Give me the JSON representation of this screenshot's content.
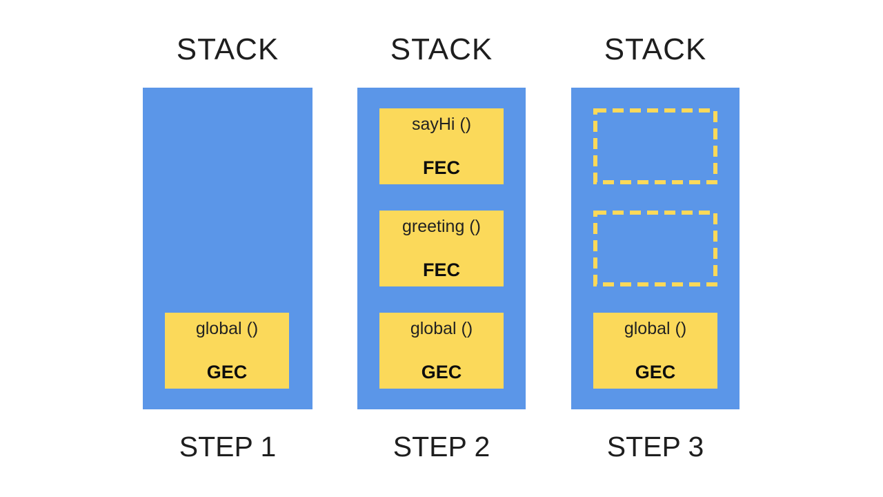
{
  "colors": {
    "background": "#ffffff",
    "panel_blue": "#5b96e8",
    "frame_yellow": "#fbd95a",
    "text_dark": "#1e1e1e"
  },
  "columns": [
    {
      "stack_label": "STACK",
      "step_label": "STEP 1",
      "frames": [
        {
          "type": "filled",
          "name": "global ()",
          "label": "GEC"
        }
      ]
    },
    {
      "stack_label": "STACK",
      "step_label": "STEP 2",
      "frames": [
        {
          "type": "filled",
          "name": "sayHi ()",
          "label": "FEC"
        },
        {
          "type": "filled",
          "name": "greeting ()",
          "label": "FEC"
        },
        {
          "type": "filled",
          "name": "global ()",
          "label": "GEC"
        }
      ]
    },
    {
      "stack_label": "STACK",
      "step_label": "STEP 3",
      "frames": [
        {
          "type": "empty-placeholder"
        },
        {
          "type": "empty-placeholder"
        },
        {
          "type": "filled",
          "name": "global ()",
          "label": "GEC"
        }
      ]
    }
  ]
}
